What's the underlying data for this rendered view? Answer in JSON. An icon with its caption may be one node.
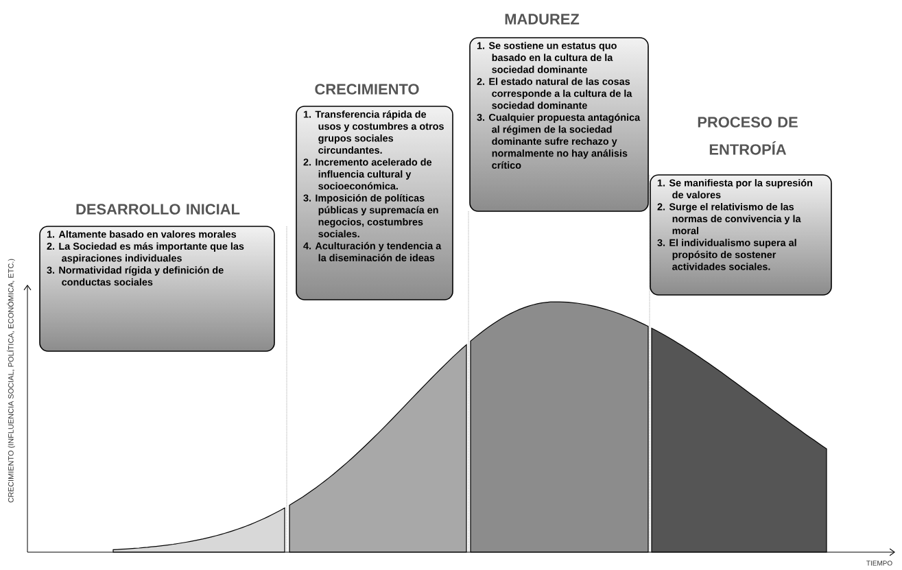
{
  "diagram": {
    "nodes": [
      {
        "text": [
          "DESARROLLO INICIAL",
          "1. Altamente basado en valores morales",
          "2. La Sociedad es más importante que las aspiraciones individuales",
          "3. Normatividad rígida y definición de conductas sociales"
        ]
      },
      {
        "text": [
          "CRECIMIENTO",
          "1. Transferencia rápida de usos y costumbres a otros grupos sociales circundantes.",
          "2. Incremento acelerado de influencia cultural y socioeconómica.",
          "3. Imposición de políticas públicas y supremacía en negocios, costumbres sociales.",
          "4. Aculturación y tendencia a la diseminación de ideas"
        ]
      },
      {
        "text": [
          "MADUREZ",
          "1. Se sostiene un estatus quo basado en la cultura de la sociedad dominante",
          "2. El estado natural de las cosas corresponde a la cultura de la sociedad dominante",
          "3. Cualquier propuesta antagónica al régimen de la sociedad dominante sufre rechazo y normalmente no hay análisis crítico"
        ]
      },
      {
        "text": [
          "PROCESO DE ENTROPÍA",
          "1. Se manifiesta por la supresión de valores",
          "2. Surge el relativismo de las normas de convivencia y la moral",
          "3. El individualismo supera al propósito de sostener actividades sociales."
        ]
      }
    ],
    "labels": [
      "CRECIMIENTO (INFLUENCIA SOCIAL, POLÍTICA, ECONÓMICA, ETC.)",
      "TIEMPO"
    ]
  }
}
